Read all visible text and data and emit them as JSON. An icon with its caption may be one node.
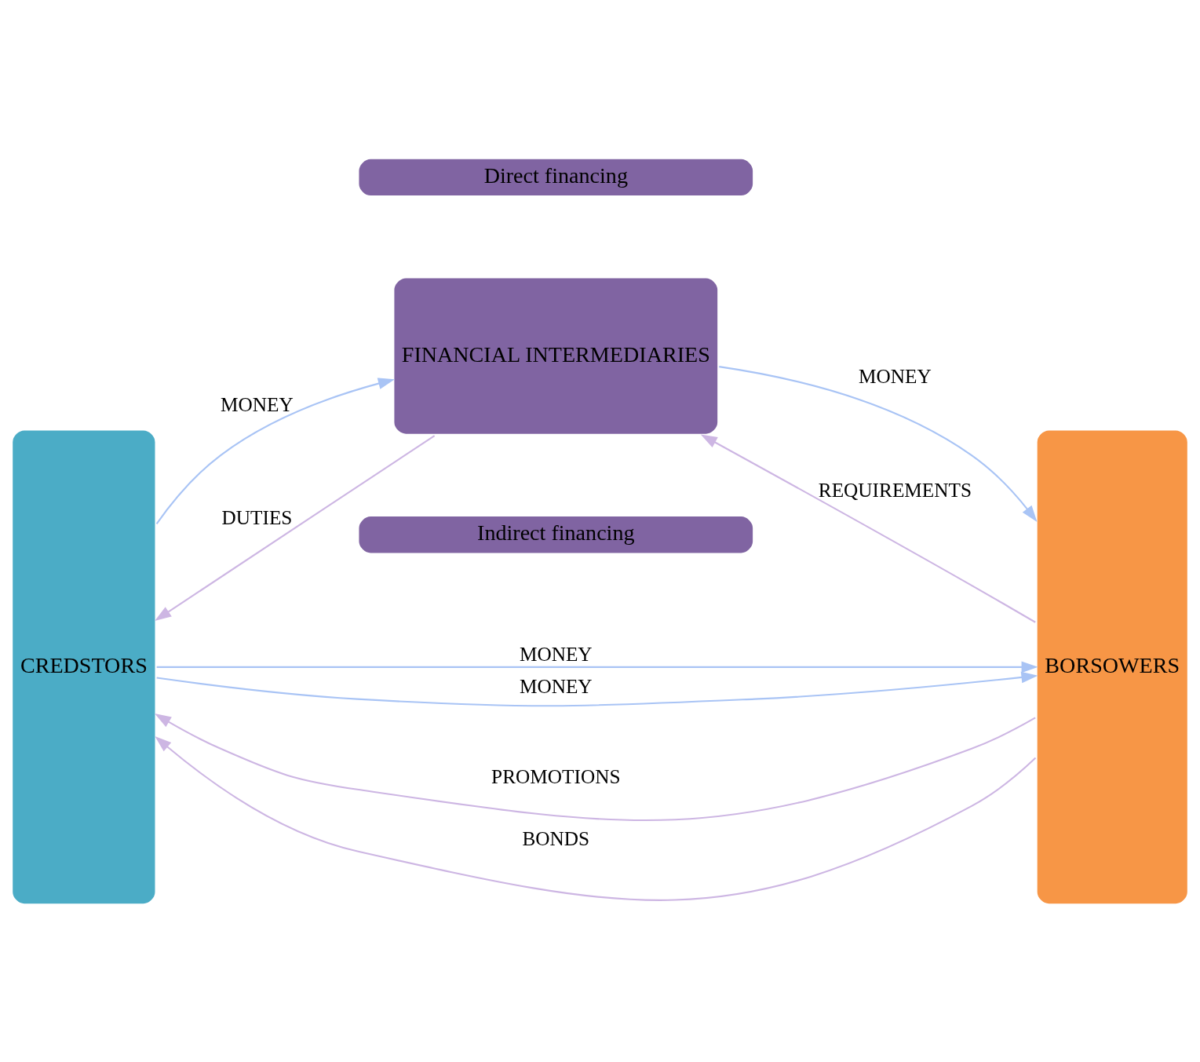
{
  "diagram": {
    "nodes": [
      {
        "text": [
          "CREDSTORS"
        ]
      },
      {
        "text": [
          "Direct financing"
        ]
      },
      {
        "text": [
          "FINANCIAL INTERMEDIARIES"
        ]
      },
      {
        "text": [
          "Indirect financing"
        ]
      },
      {
        "text": [
          "BORSOWERS"
        ]
      }
    ],
    "edges": [
      {
        "from": 0,
        "to": 4,
        "arrow": "to",
        "label": "MONEY",
        "color": "#a9c4f5"
      },
      {
        "from": 4,
        "to": 0,
        "arrow": "to",
        "label": "PROMOTIONS",
        "color": "#cdb6e3"
      },
      {
        "from": 0,
        "to": 4,
        "arrow": "to",
        "label": "MONEY",
        "color": "#a9c4f5"
      },
      {
        "from": 4,
        "to": 0,
        "arrow": "to",
        "label": "BONDS",
        "color": "#cdb6e3"
      },
      {
        "from": 0,
        "to": 2,
        "arrow": "to",
        "label": "MONEY",
        "color": "#a9c4f5"
      },
      {
        "from": 2,
        "to": 0,
        "arrow": "to",
        "label": "DUTIES",
        "color": "#cdb6e3"
      },
      {
        "from": 2,
        "to": 4,
        "arrow": "to",
        "label": "MONEY",
        "color": "#a9c4f5"
      },
      {
        "from": 4,
        "to": 2,
        "arrow": "to",
        "label": "REQUIREMENTS",
        "color": "#cdb6e3"
      }
    ]
  }
}
